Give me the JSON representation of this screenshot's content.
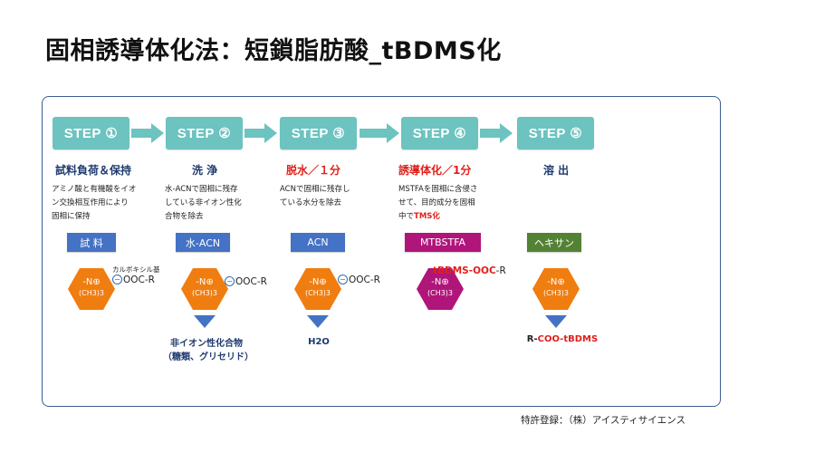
{
  "title": "固相誘導体化法：短鎖脂肪酸_tBDMS化",
  "steps": [
    {
      "label": "STEP ①",
      "heading": "試料負荷＆保持",
      "desc": [
        "アミノ酸と有機酸をイオ",
        "ン交換相互作用により",
        "固相に保持"
      ],
      "reagent": "試 料",
      "reagent_color": "#4472c4",
      "hex_top": "-N⊕",
      "hex_bottom": "(CH3)3",
      "hex_color": "#f07d10",
      "side_note": "カルボキシル基",
      "side_label": "OOC-R"
    },
    {
      "label": "STEP ②",
      "heading": "洗 浄",
      "desc": [
        "水-ACNで固相に残存",
        "している非イオン性化",
        "合物を除去"
      ],
      "reagent": "水-ACN",
      "reagent_color": "#4472c4",
      "hex_top": "-N⊕",
      "hex_bottom": "(CH3)3",
      "hex_color": "#f07d10",
      "side_label": "OOC-R",
      "result_lines": [
        "非イオン性化合物",
        "（糖類、グリセリド）"
      ]
    },
    {
      "label": "STEP ③",
      "heading": "脱水／１分",
      "desc": [
        "ACNで固相に残存し",
        "ている水分を除去"
      ],
      "reagent": "ACN",
      "reagent_color": "#4472c4",
      "hex_top": "-N⊕",
      "hex_bottom": "(CH3)3",
      "hex_color": "#f07d10",
      "side_label": "OOC-R",
      "result_lines": [
        "H2O"
      ]
    },
    {
      "label": "STEP ④",
      "heading": "誘導体化／1分",
      "desc": [
        "MSTFAを固相に含侵さ",
        "せて、目的成分を固相",
        "中で"
      ],
      "desc_highlight": "TMS化",
      "reagent": "MTBSTFA",
      "reagent_color": "#b0157a",
      "hex_top": "-N⊕",
      "hex_bottom": "(CH3)3",
      "hex_color": "#b0157a",
      "top_label_red": "tBDMS-OOC",
      "top_label_suffix": "-R"
    },
    {
      "label": "STEP ⑤",
      "heading": "溶 出",
      "reagent": "ヘキサン",
      "reagent_color": "#548235",
      "hex_top": "-N⊕",
      "hex_bottom": "(CH3)3",
      "hex_color": "#f07d10",
      "result_prefix": "R-",
      "result_red": "COO-tBDMS"
    }
  ],
  "footer": "特許登録：（株）アイスティサイエンス",
  "colors": {
    "step": "#6cc3bf",
    "arrow": "#6cc3bf",
    "heading": "#1e3a6e",
    "highlight": "#e0201b",
    "down_arrow": "#4472c4"
  }
}
